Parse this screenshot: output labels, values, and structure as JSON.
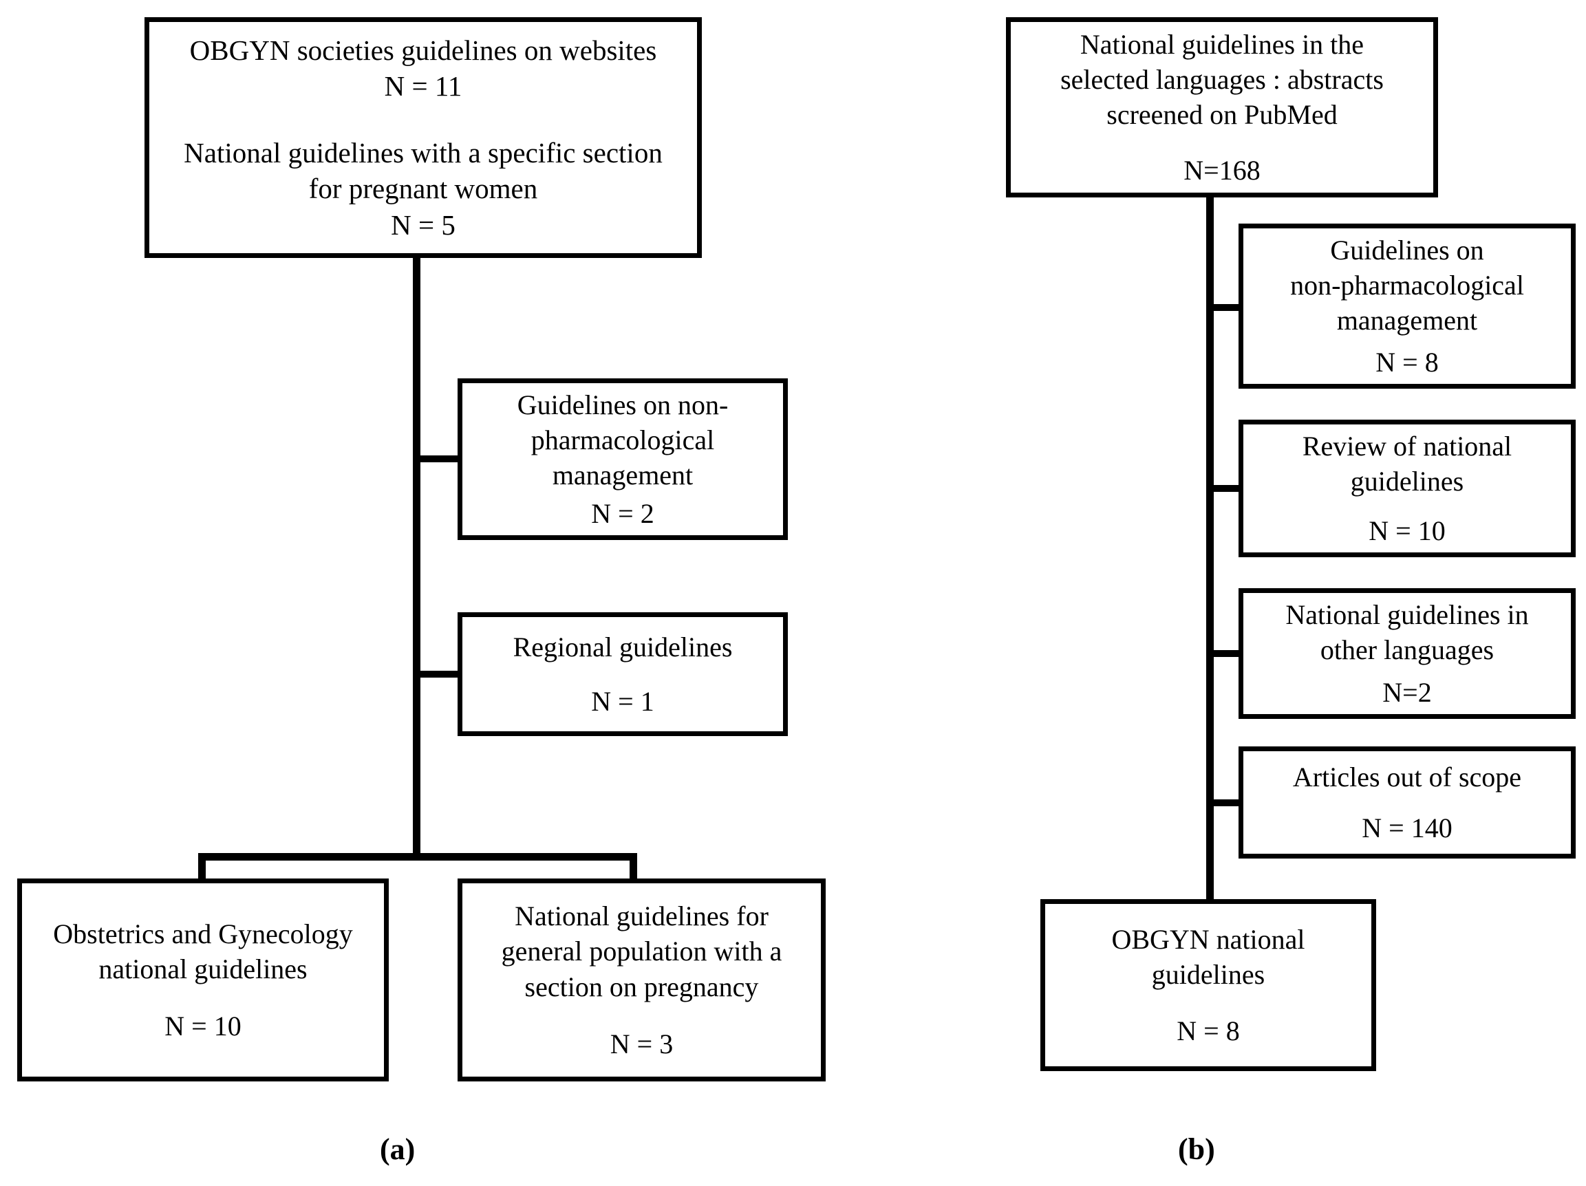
{
  "figure": {
    "panels": [
      {
        "id": "a",
        "label": "(a)",
        "boxes": [
          {
            "name": "obgyn-societies-source",
            "lines": [
              "OBGYN societies guidelines on websites",
              "N = 11",
              "",
              "National guidelines with a specific section",
              "for pregnant women",
              "N = 5"
            ]
          },
          {
            "name": "excluded-non-pharmacological",
            "lines": [
              "Guidelines on non-",
              "pharmacological",
              "management",
              "",
              "N = 2"
            ]
          },
          {
            "name": "excluded-regional-guidelines",
            "lines": [
              "Regional guidelines",
              "",
              "N = 1"
            ]
          },
          {
            "name": "included-obgyn-national-guidelines",
            "lines": [
              "Obstetrics and Gynecology",
              "national guidelines",
              "",
              "N = 10"
            ]
          },
          {
            "name": "included-general-population-guidelines",
            "lines": [
              "National guidelines for",
              "general population with a",
              "section on pregnancy",
              "",
              "N = 3"
            ]
          }
        ]
      },
      {
        "id": "b",
        "label": "(b)",
        "boxes": [
          {
            "name": "pubmed-abstracts-screened",
            "lines": [
              "National guidelines in the",
              "selected languages : abstracts",
              "screened on PubMed",
              "",
              "N=168"
            ]
          },
          {
            "name": "excluded-non-pharmacological",
            "lines": [
              "Guidelines on",
              "non-pharmacological",
              "management",
              "",
              "N = 8"
            ]
          },
          {
            "name": "excluded-review-of-national-guidelines",
            "lines": [
              "Review of national",
              "guidelines",
              "",
              "N = 10"
            ]
          },
          {
            "name": "excluded-other-languages",
            "lines": [
              "National guidelines in",
              "other languages",
              "",
              "N=2"
            ]
          },
          {
            "name": "excluded-out-of-scope",
            "lines": [
              "Articles out of scope",
              "",
              "N = 140"
            ]
          },
          {
            "name": "included-obgyn-national-guidelines",
            "lines": [
              "OBGYN national",
              "guidelines",
              "",
              "N = 8"
            ]
          }
        ]
      }
    ],
    "colors": {
      "stroke": "#000000",
      "background": "#ffffff",
      "text": "#000000"
    }
  }
}
